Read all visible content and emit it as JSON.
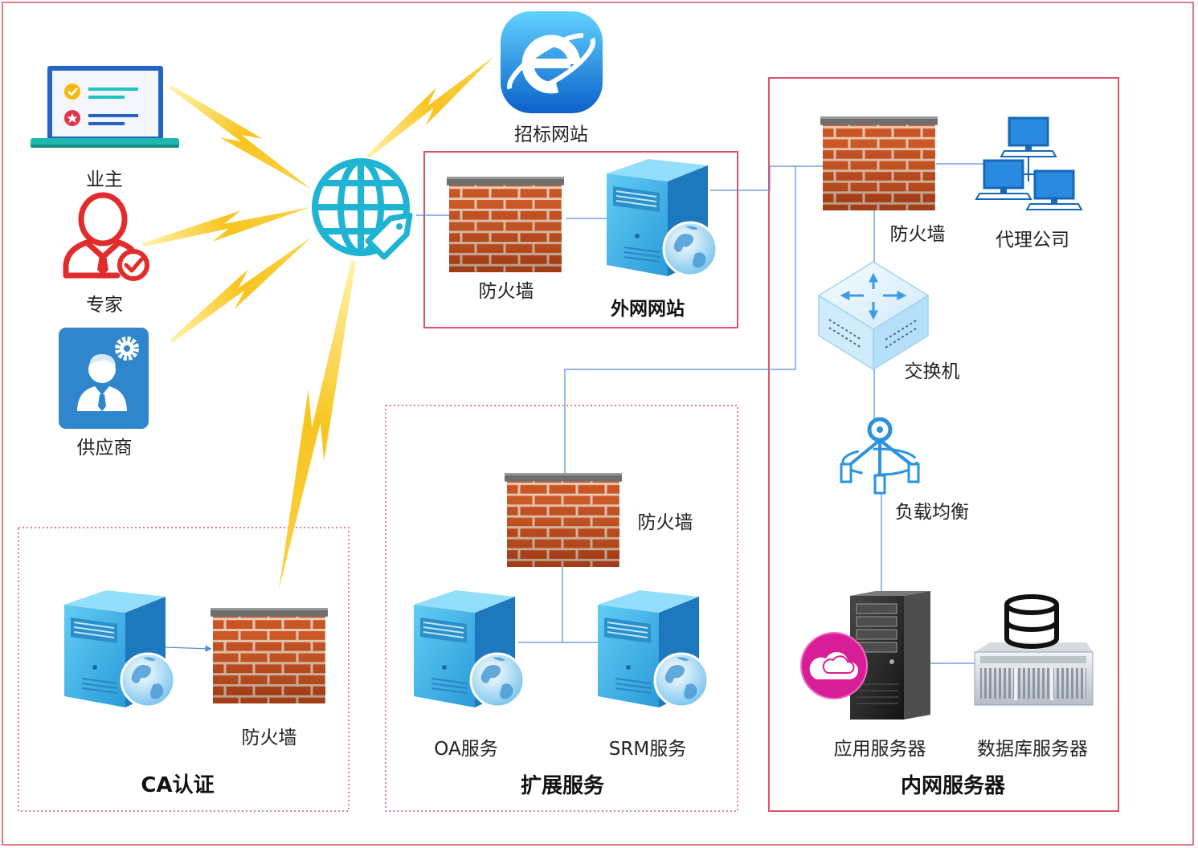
{
  "diagram": {
    "users": {
      "owner": "业主",
      "expert": "专家",
      "supplier": "供应商"
    },
    "bidding_site": "招标网站",
    "dmz": {
      "firewall": "防火墙",
      "website": "外网网站"
    },
    "intranet": {
      "title": "内网服务器",
      "firewall": "防火墙",
      "agency": "代理公司",
      "switch": "交换机",
      "load_balancer": "负载均衡",
      "app_server": "应用服务器",
      "db_server": "数据库服务器"
    },
    "ca": {
      "title": "CA认证",
      "firewall": "防火墙"
    },
    "extension": {
      "title": "扩展服务",
      "firewall": "防火墙",
      "oa": "OA服务",
      "srm": "SRM服务"
    }
  },
  "icons": {
    "owner": "laptop-icon",
    "expert": "expert-person-icon",
    "supplier": "supplier-person-icon",
    "internet": "globe-icon",
    "bidding_site": "ie-browser-icon",
    "firewall": "firewall-icon",
    "server": "server-icon",
    "agency": "computer-network-icon",
    "switch": "switch-icon",
    "load_balancer": "load-balancer-icon",
    "app_server": "tower-server-icon",
    "db_server": "database-server-icon",
    "cloud": "cloud-icon"
  },
  "colors": {
    "frame_border": "#e27a88",
    "zone_border": "#e0506a",
    "link": "#5a8ad6",
    "lightning": "#f7c51f",
    "globe": "#1fb4d3"
  }
}
